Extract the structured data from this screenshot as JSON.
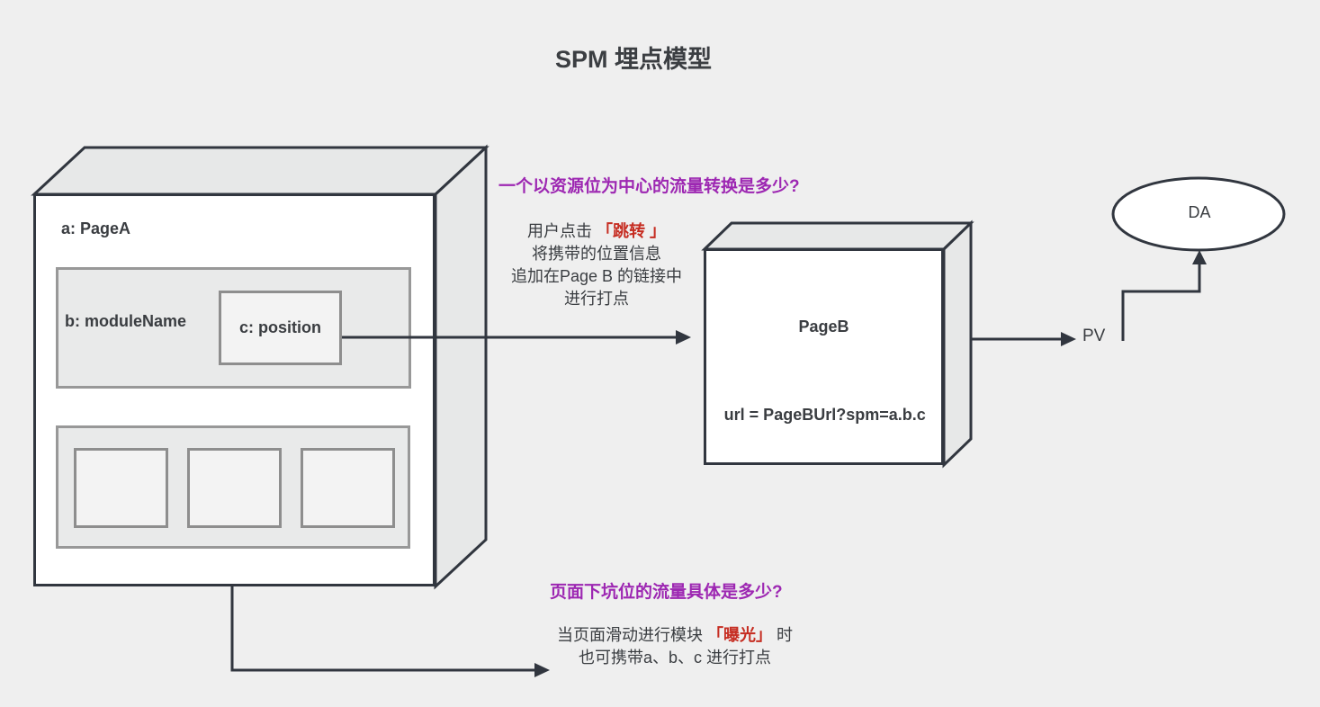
{
  "title": "SPM 埋点模型",
  "colors": {
    "background": "#efefef",
    "outline_dark": "#31363f",
    "inner_border_gray": "#8e8e8e",
    "face_gray": "#e7e8e8",
    "accent_purple": "#9d27b2",
    "accent_red": "#c62d22",
    "text_dark": "#3a3d41"
  },
  "page_a": {
    "page_label": "a: PageA",
    "module_label": "b: moduleName",
    "position_label": "c: position",
    "slot_count": 3
  },
  "page_b": {
    "title": "PageB",
    "url": "url = PageBUrl?spm=a.b.c"
  },
  "pv_label": "PV",
  "da_label": "DA",
  "annotations": {
    "top_question": "一个以资源位为中心的流量转换是多少?",
    "click_note": {
      "line1_prefix": "用户点击 ",
      "line1_highlight": "「跳转 」",
      "line2": "将携带的位置信息",
      "line3": "追加在Page B 的链接中",
      "line4": "进行打点"
    },
    "bottom_question": "页面下坑位的流量具体是多少?",
    "exposure_note": {
      "line1_prefix": "当页面滑动进行模块 ",
      "line1_highlight": "「曝光」",
      "line1_suffix": " 时",
      "line2": "也可携带a、b、c 进行打点"
    }
  }
}
